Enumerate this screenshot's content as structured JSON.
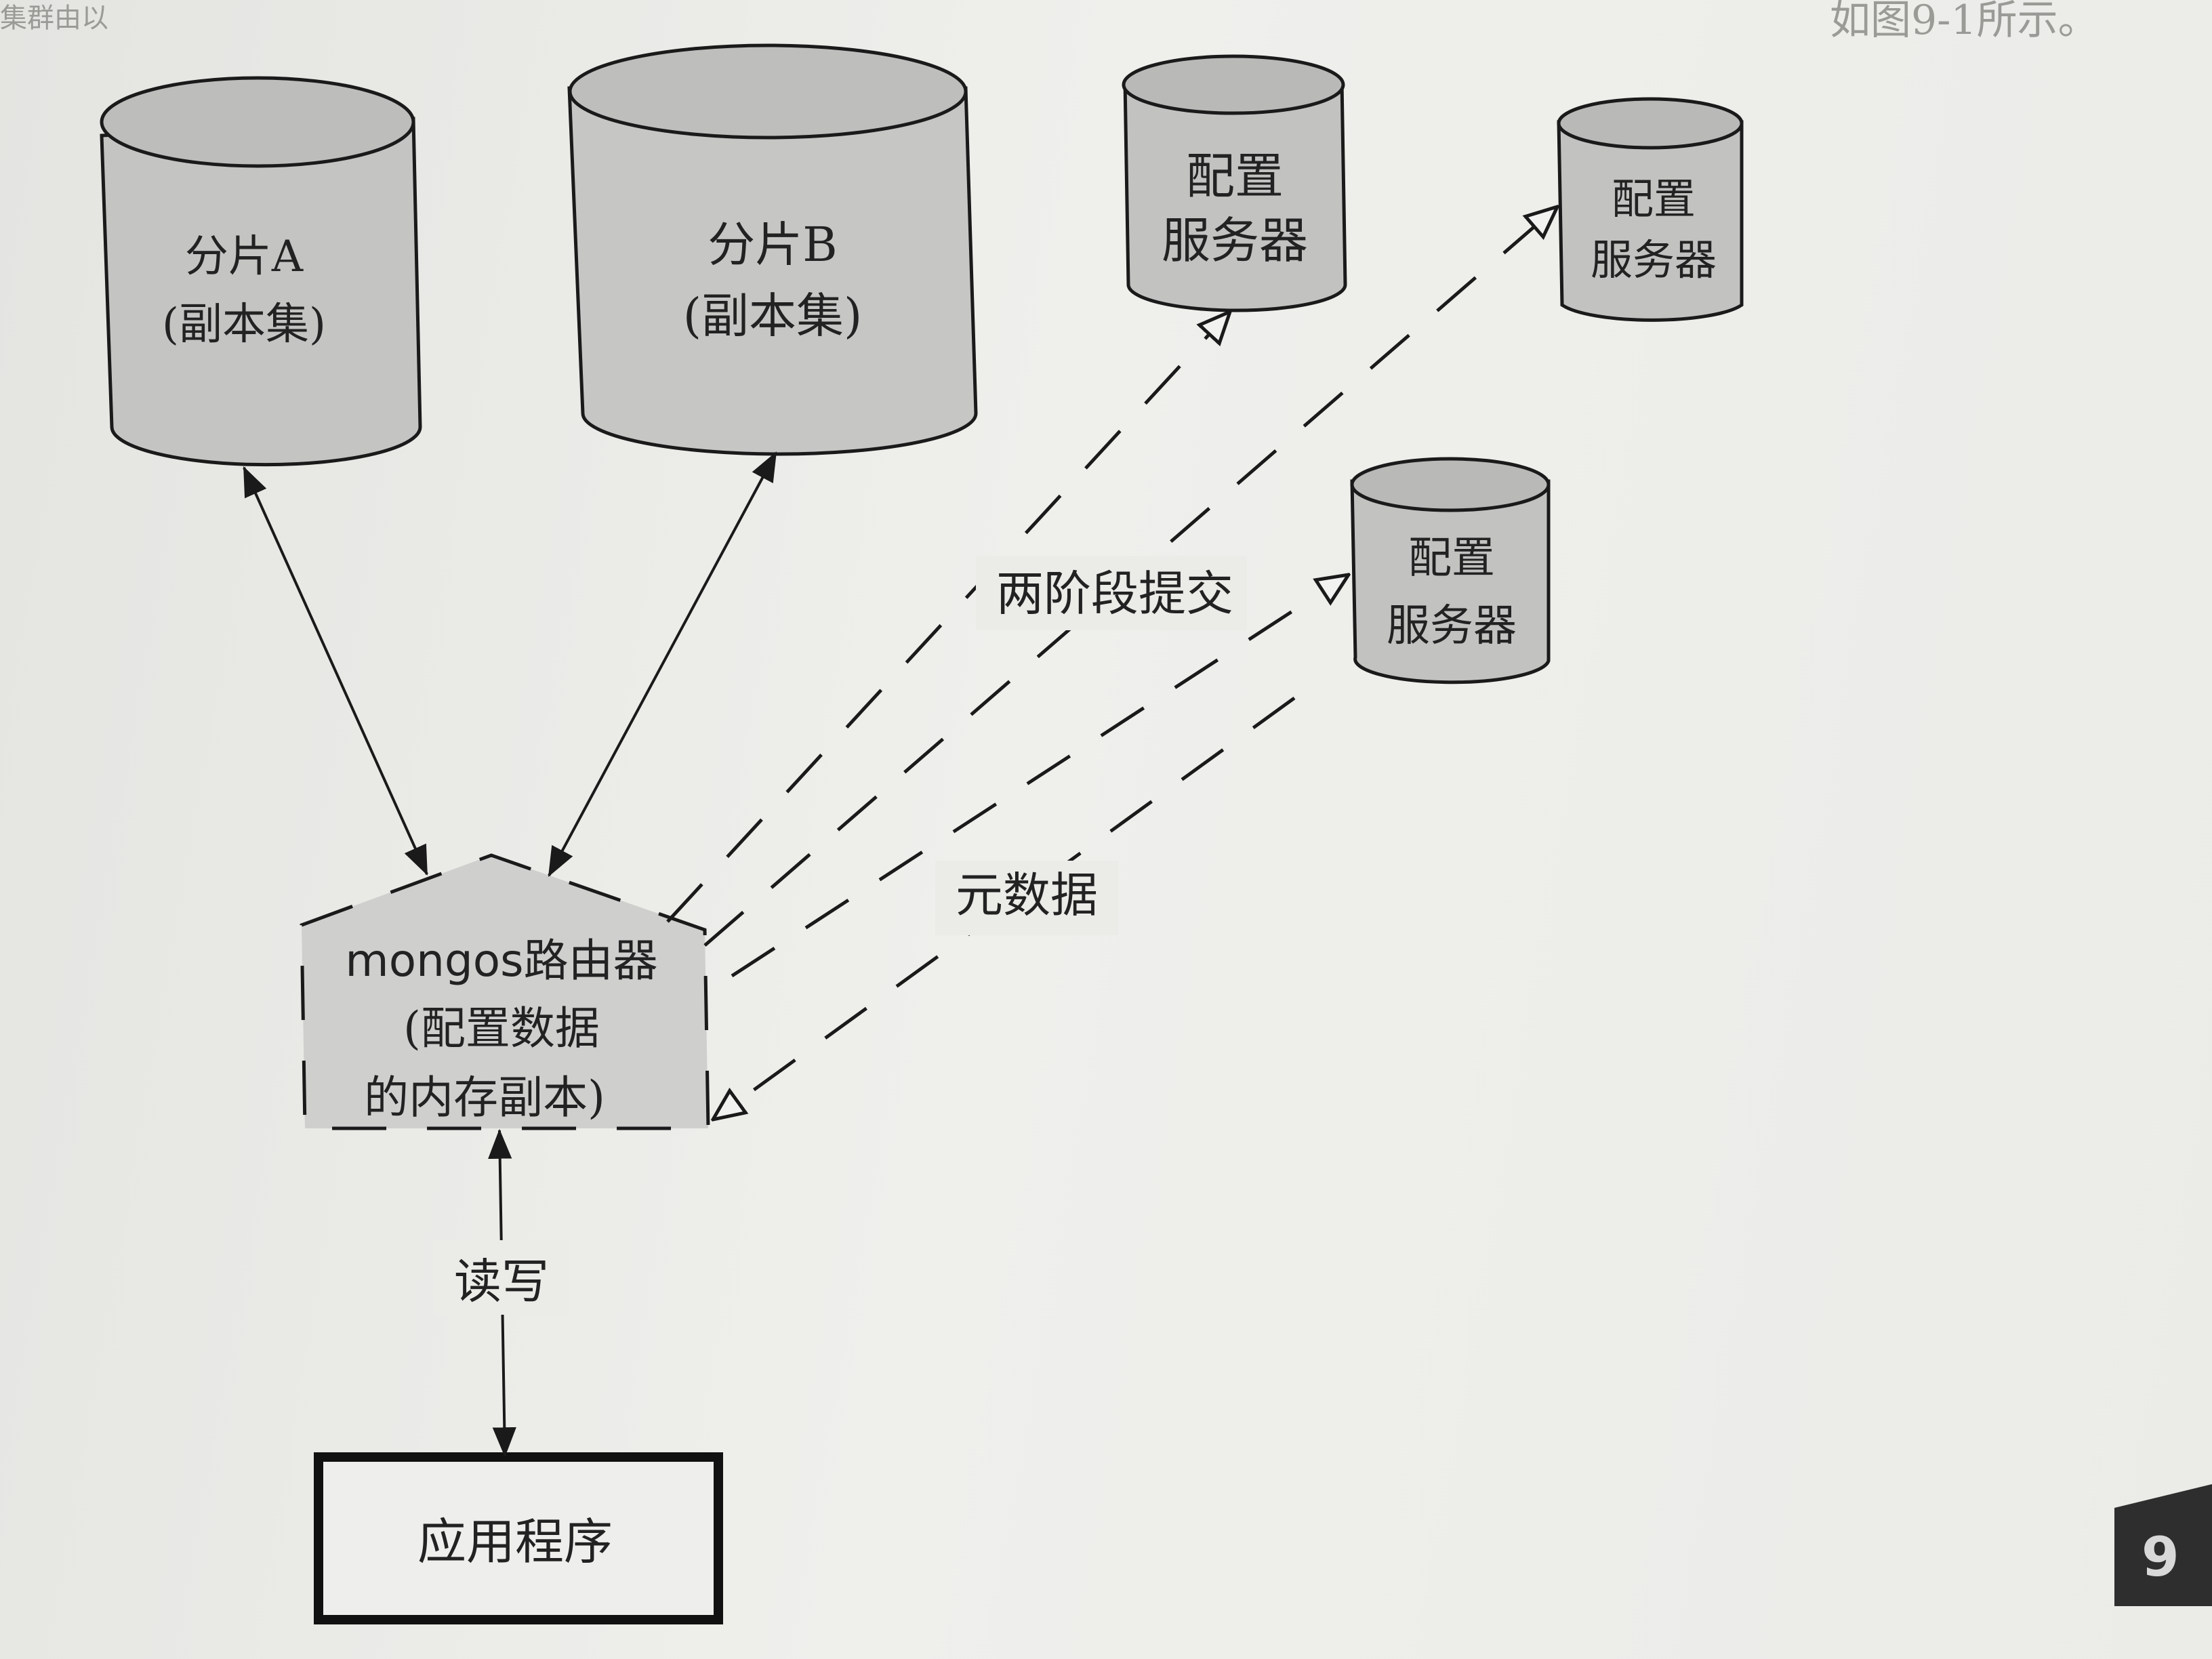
{
  "page_header_fragment_left": "集群由以",
  "page_header_fragment_right": "如图9-1所示。",
  "nodes": {
    "shard_a": {
      "line1": "分片A",
      "line2": "(副本集)"
    },
    "shard_b": {
      "line1": "分片B",
      "line2": "(副本集)"
    },
    "config_server_1": {
      "line1": "配置",
      "line2": "服务器"
    },
    "config_server_2": {
      "line1": "配置",
      "line2": "服务器"
    },
    "config_server_3": {
      "line1": "配置",
      "line2": "服务器"
    },
    "mongos": {
      "line1": "mongos路由器",
      "line2": "(配置数据",
      "line3": "的内存副本)"
    },
    "application": {
      "label": "应用程序"
    }
  },
  "edges": {
    "two_phase_commit_label": "两阶段提交",
    "metadata_label": "元数据",
    "read_write_label": "读写"
  },
  "page_number": "9",
  "colors": {
    "cylinder_fill": "#c4c4c2",
    "mongos_fill": "#cfcfcd",
    "line": "#1a1a1a",
    "page_tab": "#2e2e2e"
  }
}
